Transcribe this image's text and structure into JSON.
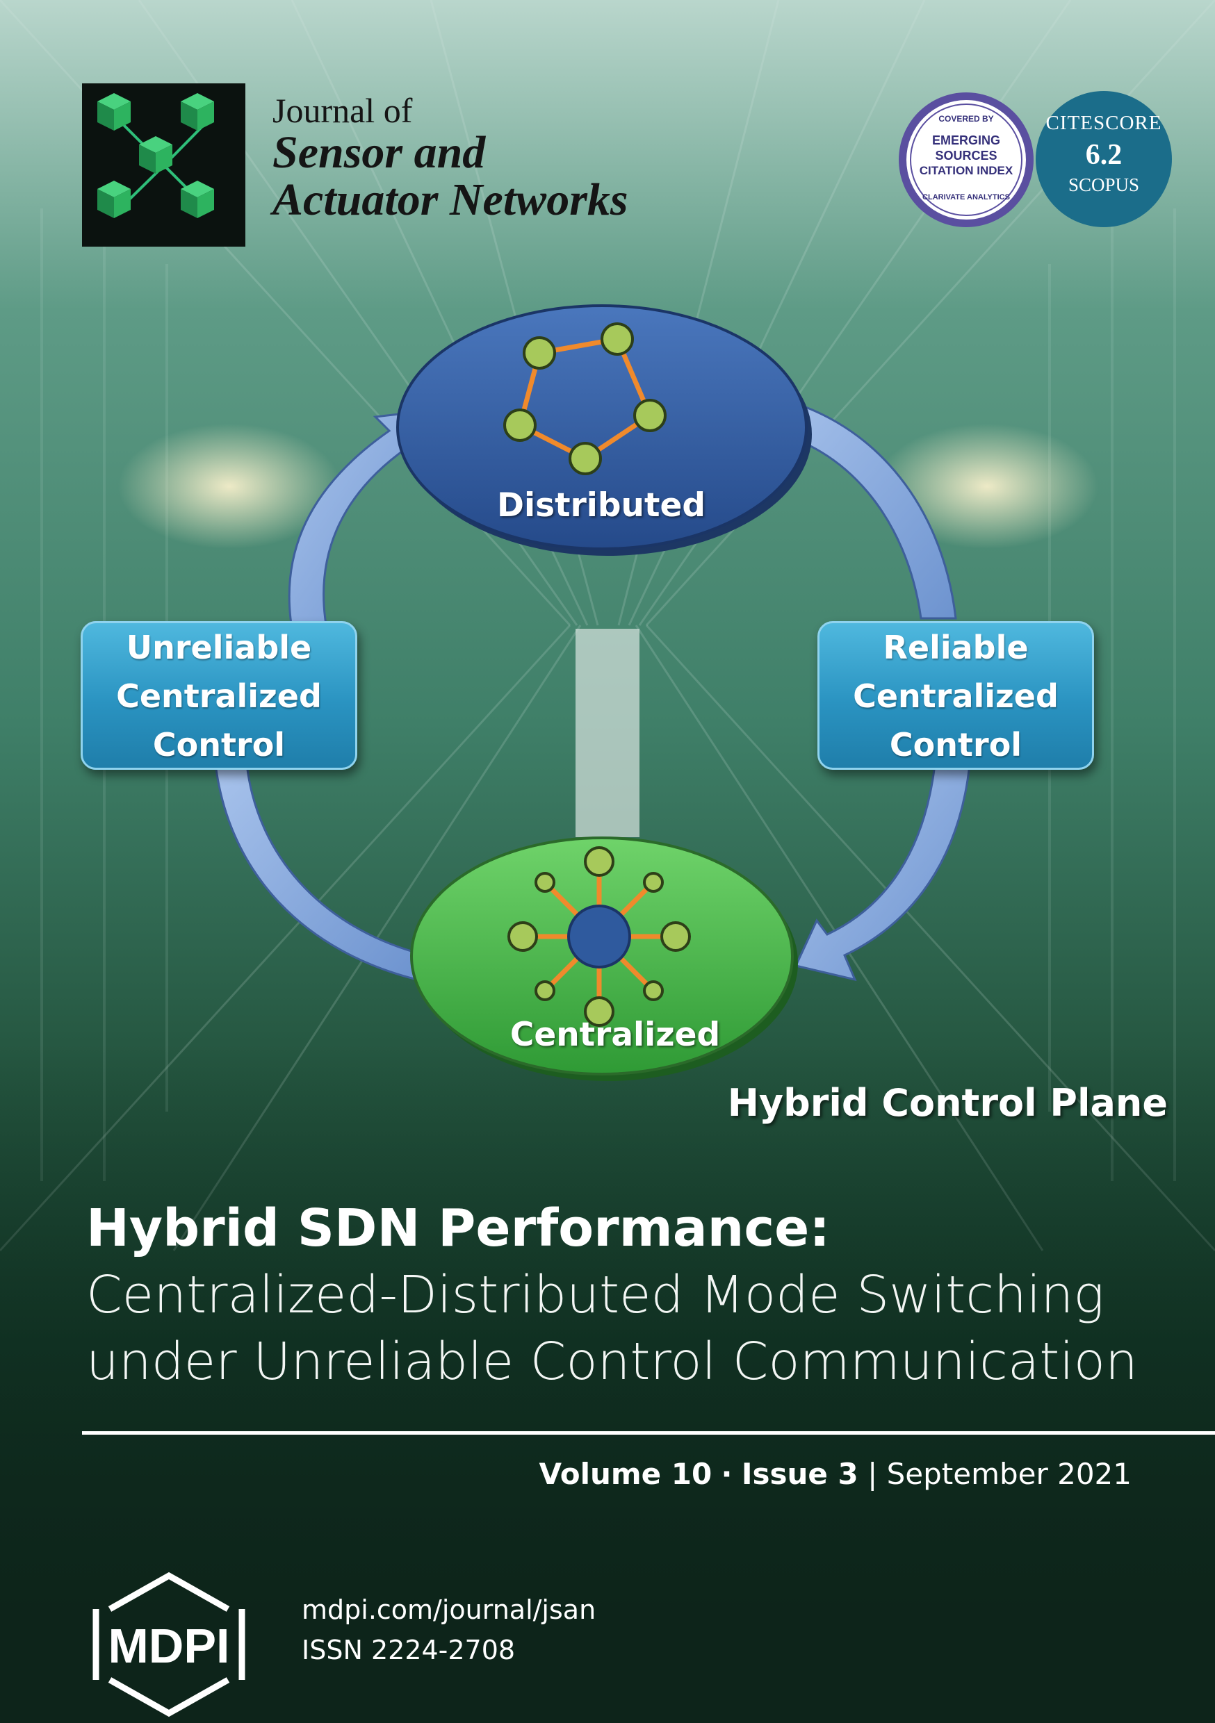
{
  "journal": {
    "title_line1": "Journal of",
    "title_line2": "Sensor and",
    "title_line3": "Actuator Networks",
    "logo_icon": "cube-network-icon"
  },
  "esci_badge": {
    "top": "COVERED BY",
    "line1": "EMERGING",
    "line2": "SOURCES",
    "line3": "CITATION INDEX",
    "bottom": "CLARIVATE ANALYTICS"
  },
  "citescore": {
    "label": "CITESCORE",
    "value": "6.2",
    "source": "SCOPUS"
  },
  "diagram": {
    "distributed_label": "Distributed",
    "centralized_label": "Centralized",
    "left_box": [
      "Unreliable",
      "Centralized",
      "Control"
    ],
    "right_box": [
      "Reliable",
      "Centralized",
      "Control"
    ],
    "caption": "Hybrid Control Plane"
  },
  "article": {
    "headline": "Hybrid SDN Performance:",
    "subline1": "Centralized-Distributed Mode Switching",
    "subline2": "under Unreliable Control Communication"
  },
  "issue": {
    "volume": "Volume 10",
    "separator": "·",
    "issue": "Issue 3",
    "divider": "|",
    "date": "September 2021"
  },
  "footer": {
    "publisher": "MDPI",
    "url": "mdpi.com/journal/jsan",
    "issn": "ISSN 2224-2708"
  },
  "colors": {
    "background_dark": "#0d241a",
    "distributed_node": "#2f5a9e",
    "centralized_node": "#3fae3f",
    "side_box": "#2a93c1",
    "citescore_badge": "#1b6d8a",
    "node_dot": "#8fbf3f",
    "node_link": "#f08a2c"
  }
}
